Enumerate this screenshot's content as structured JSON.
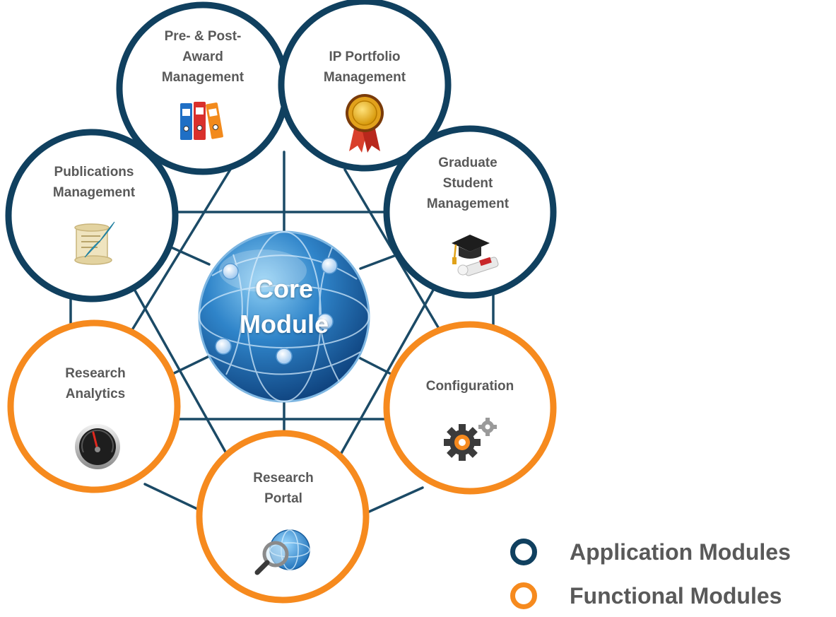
{
  "colors": {
    "application": "#10405f",
    "functional": "#f68a1e",
    "connector": "#1b4a66",
    "label": "#595959"
  },
  "core": {
    "label": "Core\nModule"
  },
  "modules": [
    {
      "id": "pre-post-award",
      "label": "Pre- & Post-\nAward\nManagement",
      "type": "application",
      "icon": "binders-icon"
    },
    {
      "id": "ip-portfolio",
      "label": "IP Portfolio\nManagement",
      "type": "application",
      "icon": "award-rosette-icon"
    },
    {
      "id": "publications",
      "label": "Publications\nManagement",
      "type": "application",
      "icon": "scroll-quill-icon"
    },
    {
      "id": "graduate-student",
      "label": "Graduate\nStudent\nManagement",
      "type": "application",
      "icon": "graduation-cap-icon"
    },
    {
      "id": "research-analytics",
      "label": "Research\nAnalytics",
      "type": "functional",
      "icon": "gauge-icon"
    },
    {
      "id": "configuration",
      "label": "Configuration",
      "type": "functional",
      "icon": "gears-icon"
    },
    {
      "id": "research-portal",
      "label": "Research\nPortal",
      "type": "functional",
      "icon": "globe-magnifier-icon"
    }
  ],
  "legend": {
    "application": "Application Modules",
    "functional": "Functional Modules"
  }
}
